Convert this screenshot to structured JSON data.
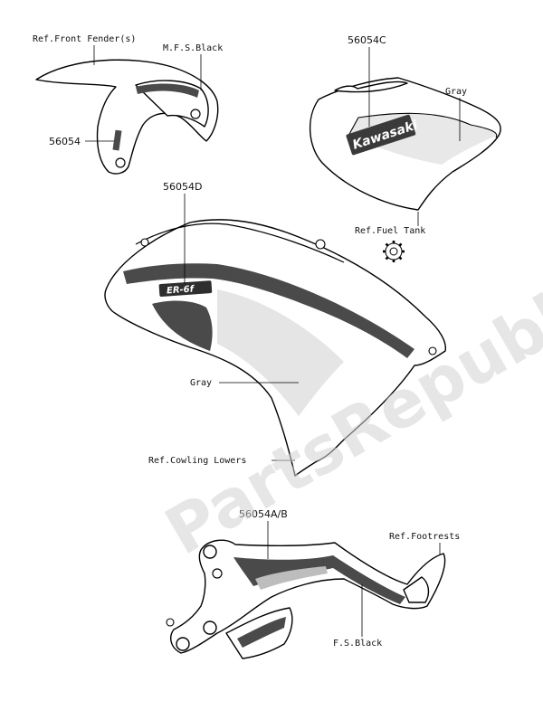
{
  "labels": {
    "ref_front_fender": "Ref.Front Fender(s)",
    "mfs_black": "M.F.S.Black",
    "part_56054": "56054",
    "part_56054c": "56054C",
    "gray_tank": "Gray",
    "ref_fuel_tank": "Ref.Fuel Tank",
    "part_56054d": "56054D",
    "gray_cowling": "Gray",
    "ref_cowling_lowers": "Ref.Cowling Lowers",
    "part_56054ab": "56054A/B",
    "ref_footrests": "Ref.Footrests",
    "fs_black": "F.S.Black"
  },
  "tank_logo": "Kawasaki",
  "cowling_badge": "ER-6f",
  "watermark": "PartsRepublik",
  "colors": {
    "outline": "#000000",
    "decal_black": "#4a4a4a",
    "decal_gray": "#bdbdbd",
    "watermark": "#d2d2d2"
  },
  "icons": [
    "gear-icon"
  ]
}
